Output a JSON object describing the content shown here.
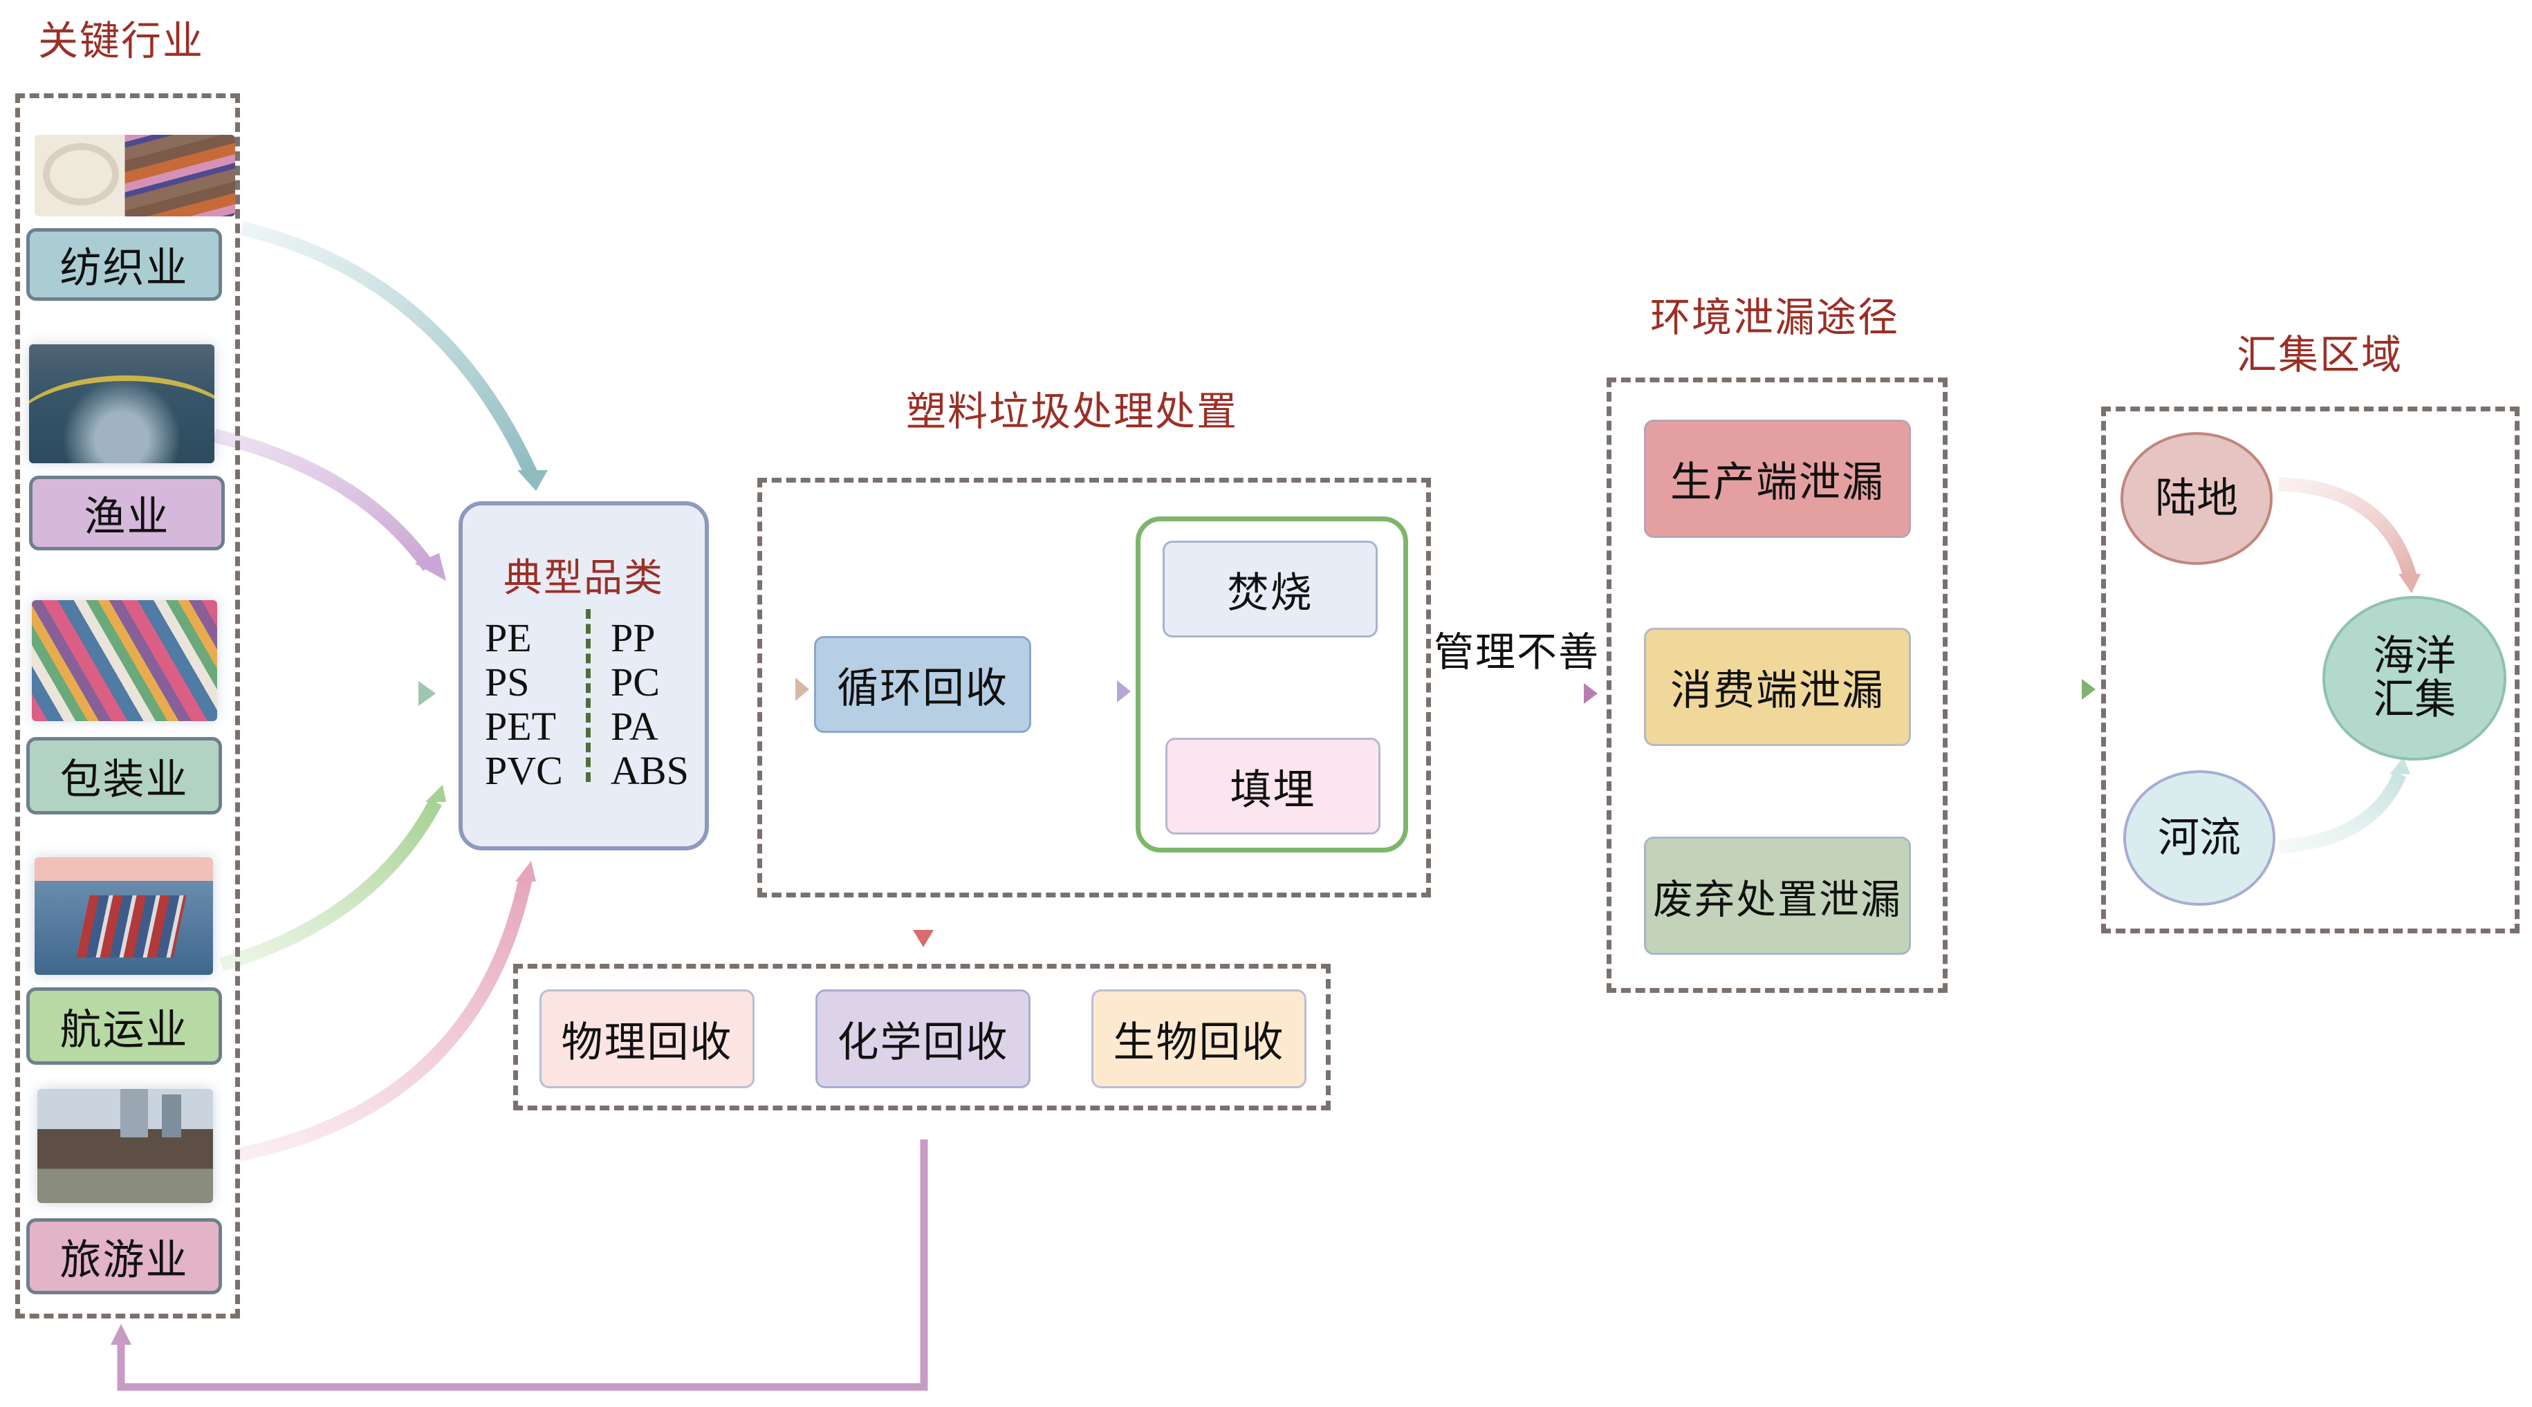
{
  "sections": {
    "industries_title": "关键行业",
    "disposal_title": "塑料垃圾处理处置",
    "leakage_title": "环境泄漏途径",
    "sink_title": "汇集区域"
  },
  "industries": [
    {
      "label": "纺织业",
      "image": "textile-image",
      "color": "#a9cdd3"
    },
    {
      "label": "渔业",
      "image": "fishery-image",
      "color": "#d6b8dc"
    },
    {
      "label": "包装业",
      "image": "packaging-image",
      "color": "#b2d3c3"
    },
    {
      "label": "航运业",
      "image": "shipping-image",
      "color": "#b7d9a3"
    },
    {
      "label": "旅游业",
      "image": "tourism-image",
      "color": "#e3b3c8"
    }
  ],
  "typical_categories": {
    "title": "典型品类",
    "left": [
      "PE",
      "PS",
      "PET",
      "PVC"
    ],
    "right": [
      "PP",
      "PC",
      "PA",
      "ABS"
    ]
  },
  "disposal": {
    "recycle": "循环回收",
    "incineration": "焚烧",
    "landfill": "填埋"
  },
  "recycling_methods": [
    {
      "label": "物理回收",
      "color": "#fbe4e1"
    },
    {
      "label": "化学回收",
      "color": "#dcd3e8"
    },
    {
      "label": "生物回收",
      "color": "#fde9cf"
    }
  ],
  "mismanagement_label": "管理不善",
  "leakage": [
    {
      "label": "生产端泄漏",
      "color": "#e4a0a0"
    },
    {
      "label": "消费端泄漏",
      "color": "#efd89a"
    },
    {
      "label": "废弃处置泄漏",
      "color": "#c2d3b9"
    }
  ],
  "sinks": {
    "land": "陆地",
    "river": "河流",
    "ocean": "海洋\n汇集"
  }
}
